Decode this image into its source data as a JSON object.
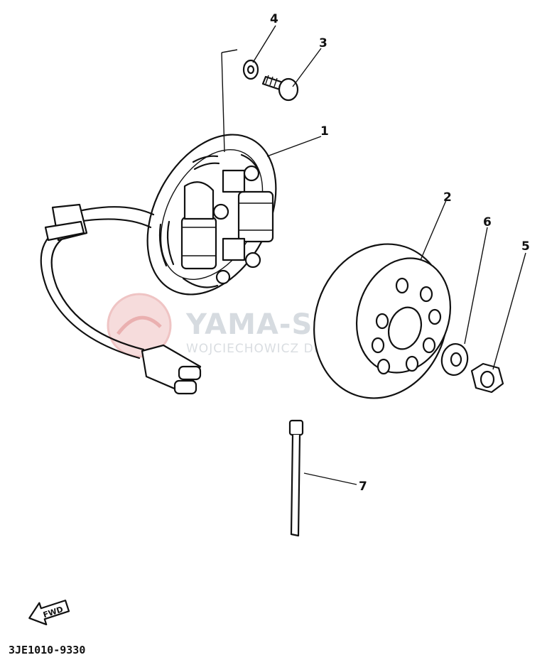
{
  "diagram": {
    "callouts": [
      {
        "id": "1",
        "label": "1"
      },
      {
        "id": "2",
        "label": "2"
      },
      {
        "id": "3",
        "label": "3"
      },
      {
        "id": "4",
        "label": "4"
      },
      {
        "id": "5",
        "label": "5"
      },
      {
        "id": "6",
        "label": "6"
      },
      {
        "id": "7",
        "label": "7"
      }
    ],
    "fwd_label": "FWD",
    "drawing_code": "3JE1010-9330"
  },
  "watermark": {
    "title": "YAMA-SKL",
    "subtitle": "WOJCIECHOWICZ  DEA"
  }
}
